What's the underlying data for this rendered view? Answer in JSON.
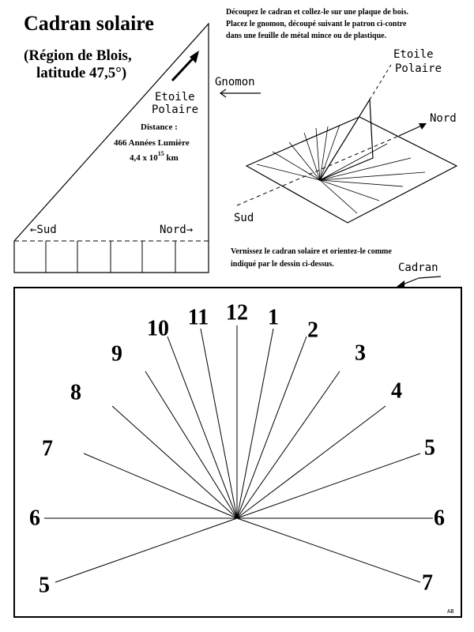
{
  "title": "Cadran solaire",
  "region": {
    "line1": "(Région de Blois,",
    "line2": "latitude 47,5°)"
  },
  "instructions": {
    "top": [
      "Découpez le cadran et collez-le sur une plaque de bois.",
      "Placez le gnomon, découpé suivant le patron ci-contre",
      "dans une feuille de métal mince ou de plastique."
    ],
    "bottom": [
      "Vernissez le cadran solaire et orientez-le comme",
      "indiqué par le dessin ci-dessus."
    ]
  },
  "gnomon_pattern": {
    "star_line1": "Etoile",
    "star_line2": "Polaire",
    "distance_label": "Distance :",
    "distance_ly": "466 Années Lumière",
    "distance_km_base": "4,4 x 10",
    "distance_km_exp": "15",
    "distance_km_unit": " km",
    "south": "←Sud",
    "north": "Nord→"
  },
  "labels": {
    "gnomon": "Gnomon",
    "cadran": "Cadran"
  },
  "perspective": {
    "star_line1": "Etoile",
    "star_line2": "Polaire",
    "nord": "Nord",
    "sud": "Sud"
  },
  "dial": {
    "hours": [
      "6",
      "7",
      "8",
      "9",
      "10",
      "11",
      "12",
      "1",
      "2",
      "3",
      "4",
      "5",
      "6"
    ],
    "hour_angles_deg": [
      -90,
      -70.7,
      -51.8,
      -33.7,
      -19.2,
      -8.1,
      0,
      8.1,
      19.2,
      33.7,
      51.8,
      70.7,
      90
    ],
    "extra_hours_left": [
      "5"
    ],
    "extra_hours_right": [
      "7"
    ],
    "signature": "AB"
  }
}
